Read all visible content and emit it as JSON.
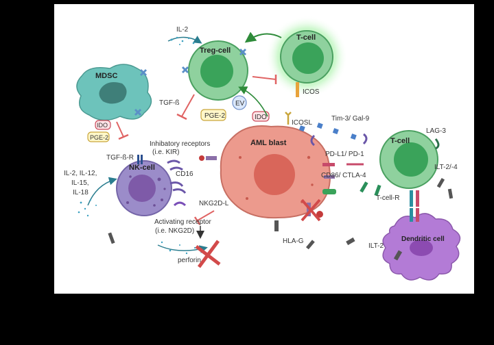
{
  "cells": {
    "treg": "Treg-cell",
    "tcell_top": "T-cell",
    "mdsc": "MDSC",
    "aml": "AML blast",
    "nk": "NK-cell",
    "tcell_right": "T-cell",
    "dendritic": "Dendritic cell"
  },
  "labels": {
    "il2": "IL-2",
    "icos": "ICOS",
    "tgfb": "TGF-ß",
    "ev": "EV",
    "pge2_top": "PGE-2",
    "ido_top": "IDO",
    "icosl": "ICOSL",
    "tim3": "Tim-3/ Gal-9",
    "ido_left": "IDO",
    "pge2_left": "PGE-2",
    "tgfbr": "TGF-ß-R",
    "inhibitory": "Inhibatory receptors",
    "inhibitory_sub": "(i.e. KIR)",
    "cytokines_1": "IL-2, IL-12,",
    "cytokines_2": "IL-15,",
    "cytokines_3": "IL-18",
    "cd16": "CD16",
    "nkg2dl": "NKG2D-L",
    "activating": "Activating receptor",
    "activating_sub": "(i.e. NKG2D)",
    "perforin": "perforin",
    "pdl1": "PD-L1/ PD-1",
    "cd86": "CD86/ CTLA-4",
    "lag3": "LAG-3",
    "ilt24": "ILT-2/-4",
    "tcellr": "T-cell-R",
    "hlag": "HLA-G",
    "ilt2": "ILT-2"
  },
  "colors": {
    "treg": "#8fd19e",
    "tcell": "#8fd19e",
    "nucleus_green": "#3aa35a",
    "aml": "#ec9a8d",
    "aml_nucleus": "#d9665a",
    "mdsc": "#6dc3bb",
    "mdsc_nucleus": "#3f7f79",
    "nk": "#9b8cc9",
    "nk_nucleus": "#7e5aa8",
    "dendritic": "#b37bd6",
    "dendritic_nucleus": "#8c4bb1",
    "inhibit": "#e06363",
    "activate": "#2e8b3a"
  }
}
